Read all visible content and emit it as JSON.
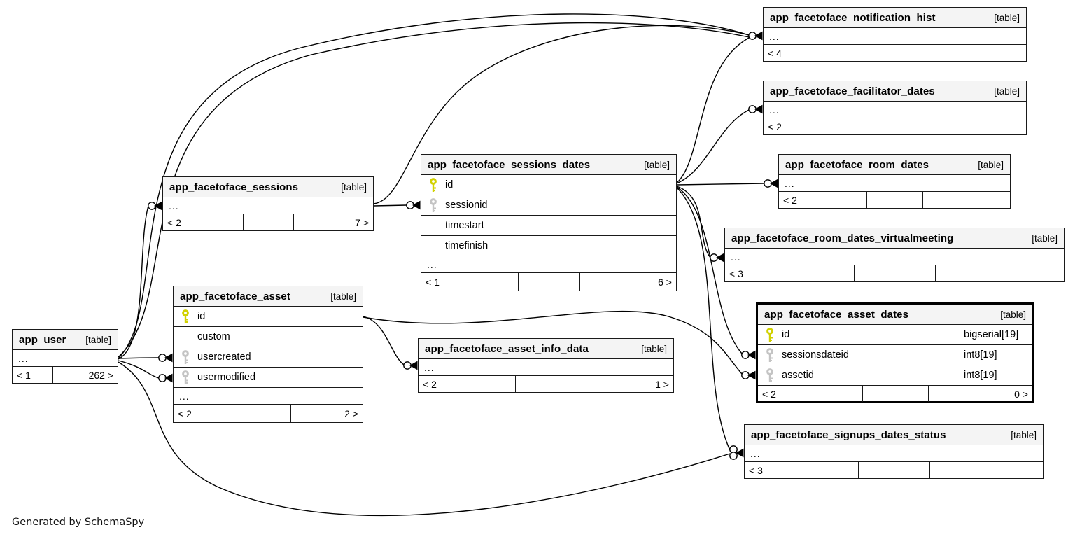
{
  "page": {
    "footer_note": "Generated by SchemaSpy"
  },
  "icon_colors": {
    "primary_key": "#d1d100",
    "foreign_key": "#c4c4c4"
  },
  "tables": [
    {
      "name": "app_user",
      "tag": "[table]",
      "emphasized": false,
      "ellipsis": true,
      "columns": [],
      "footer": {
        "left": "< 1",
        "mid": "",
        "right": "262 >"
      }
    },
    {
      "name": "app_facetoface_sessions",
      "tag": "[table]",
      "emphasized": false,
      "ellipsis": true,
      "columns": [],
      "footer": {
        "left": "< 2",
        "mid": "",
        "right": "7 >"
      }
    },
    {
      "name": "app_facetoface_sessions_dates",
      "tag": "[table]",
      "emphasized": false,
      "ellipsis": true,
      "columns": [
        {
          "name": "id",
          "key": "primary",
          "type": ""
        },
        {
          "name": "sessionid",
          "key": "foreign",
          "type": ""
        },
        {
          "name": "timestart",
          "key": "",
          "type": ""
        },
        {
          "name": "timefinish",
          "key": "",
          "type": ""
        }
      ],
      "footer": {
        "left": "< 1",
        "mid": "",
        "right": "6 >"
      }
    },
    {
      "name": "app_facetoface_asset",
      "tag": "[table]",
      "emphasized": false,
      "ellipsis": true,
      "columns": [
        {
          "name": "id",
          "key": "primary",
          "type": ""
        },
        {
          "name": "custom",
          "key": "",
          "type": ""
        },
        {
          "name": "usercreated",
          "key": "foreign",
          "type": ""
        },
        {
          "name": "usermodified",
          "key": "foreign",
          "type": ""
        }
      ],
      "footer": {
        "left": "< 2",
        "mid": "",
        "right": "2 >"
      }
    },
    {
      "name": "app_facetoface_asset_info_data",
      "tag": "[table]",
      "emphasized": false,
      "ellipsis": true,
      "columns": [],
      "footer": {
        "left": "< 2",
        "mid": "",
        "right": "1 >"
      }
    },
    {
      "name": "app_facetoface_notification_hist",
      "tag": "[table]",
      "emphasized": false,
      "ellipsis": true,
      "columns": [],
      "footer": {
        "left": "< 4",
        "mid": "",
        "right": ""
      }
    },
    {
      "name": "app_facetoface_facilitator_dates",
      "tag": "[table]",
      "emphasized": false,
      "ellipsis": true,
      "columns": [],
      "footer": {
        "left": "< 2",
        "mid": "",
        "right": ""
      }
    },
    {
      "name": "app_facetoface_room_dates",
      "tag": "[table]",
      "emphasized": false,
      "ellipsis": true,
      "columns": [],
      "footer": {
        "left": "< 2",
        "mid": "",
        "right": ""
      }
    },
    {
      "name": "app_facetoface_room_dates_virtualmeeting",
      "tag": "[table]",
      "emphasized": false,
      "ellipsis": true,
      "columns": [],
      "footer": {
        "left": "< 3",
        "mid": "",
        "right": ""
      }
    },
    {
      "name": "app_facetoface_asset_dates",
      "tag": "[table]",
      "emphasized": true,
      "ellipsis": false,
      "columns": [
        {
          "name": "id",
          "key": "primary",
          "type": "bigserial[19]"
        },
        {
          "name": "sessionsdateid",
          "key": "foreign",
          "type": "int8[19]"
        },
        {
          "name": "assetid",
          "key": "foreign",
          "type": "int8[19]"
        }
      ],
      "footer": {
        "left": "< 2",
        "mid": "",
        "right": "0 >"
      }
    },
    {
      "name": "app_facetoface_signups_dates_status",
      "tag": "[table]",
      "emphasized": false,
      "ellipsis": true,
      "columns": [],
      "footer": {
        "left": "< 3",
        "mid": "",
        "right": ""
      }
    }
  ]
}
